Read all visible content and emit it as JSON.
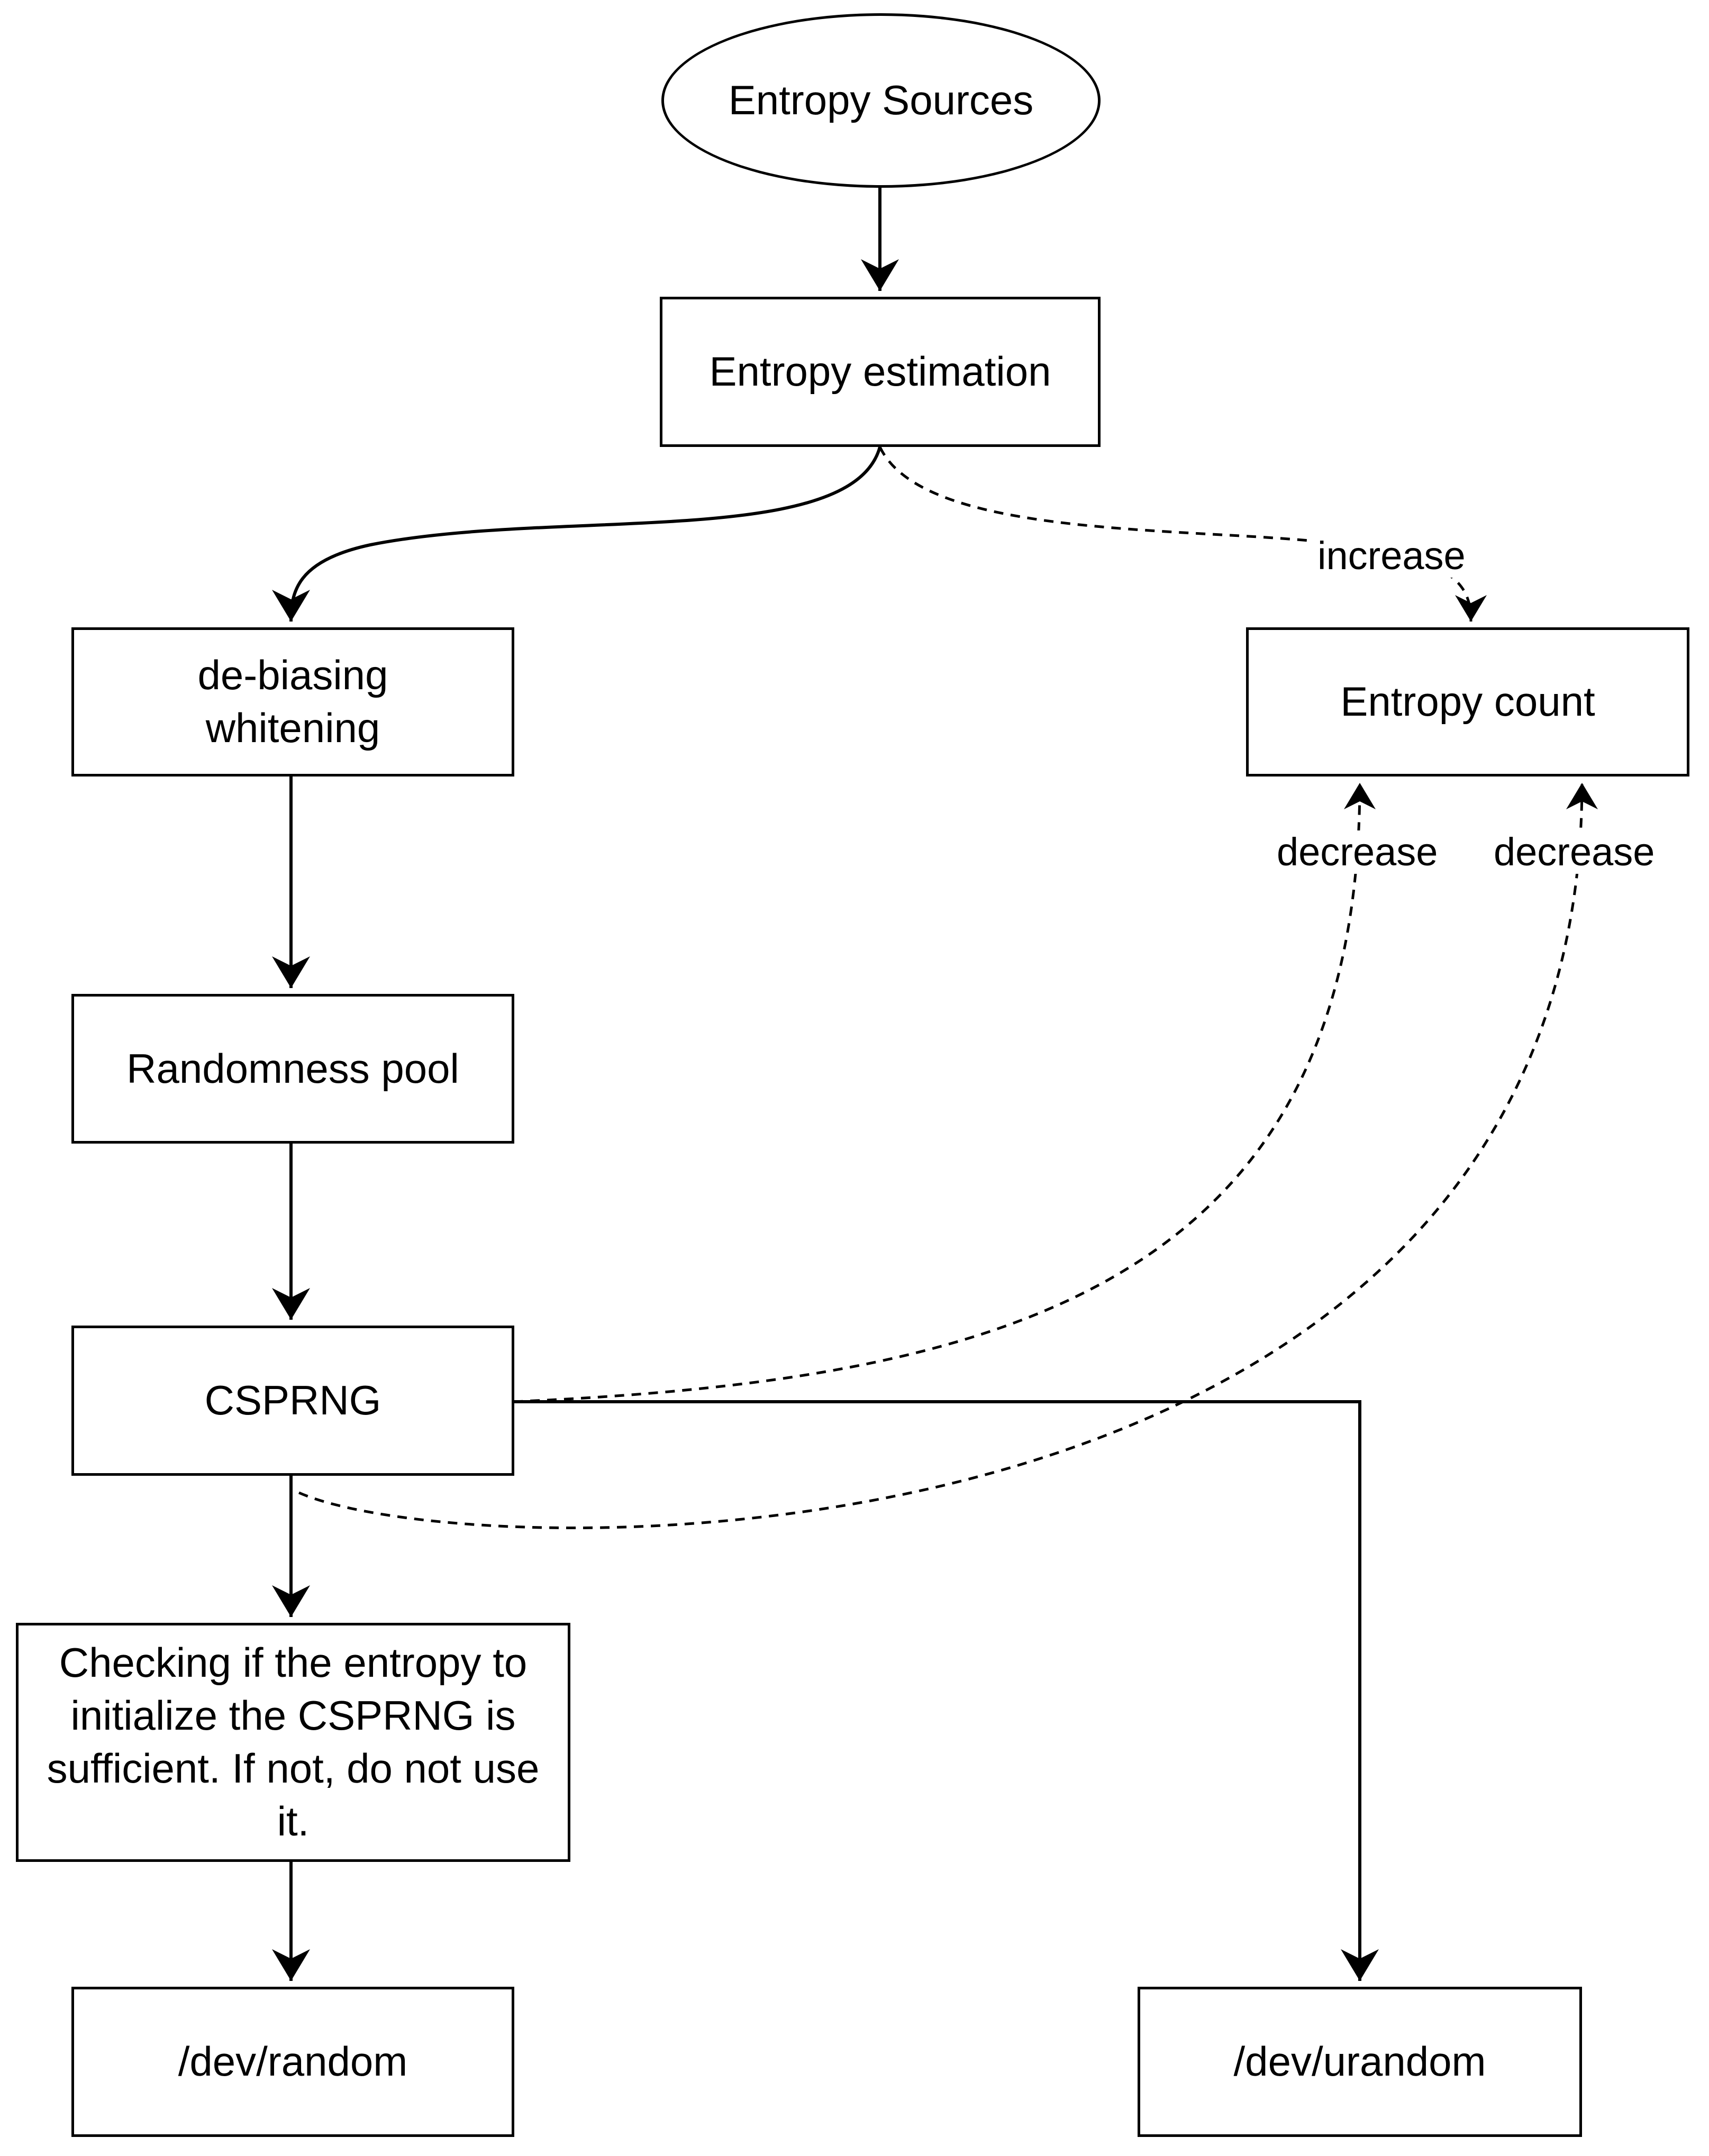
{
  "nodes": {
    "entropy_sources": "Entropy Sources",
    "entropy_estimation": "Entropy estimation",
    "debiasing": [
      "de-biasing",
      "whitening"
    ],
    "entropy_count": "Entropy count",
    "randomness_pool": "Randomness pool",
    "csprng": "CSPRNG",
    "checking": [
      "Checking if the entropy to",
      "initialize the CSPRNG is",
      "sufficient. If not, do not use",
      "it."
    ],
    "dev_random": "/dev/random",
    "dev_urandom": "/dev/urandom"
  },
  "edge_labels": {
    "increase": "increase",
    "decrease_left": "decrease",
    "decrease_right": "decrease"
  },
  "colors": {
    "stroke": "#000000",
    "background": "#ffffff"
  }
}
